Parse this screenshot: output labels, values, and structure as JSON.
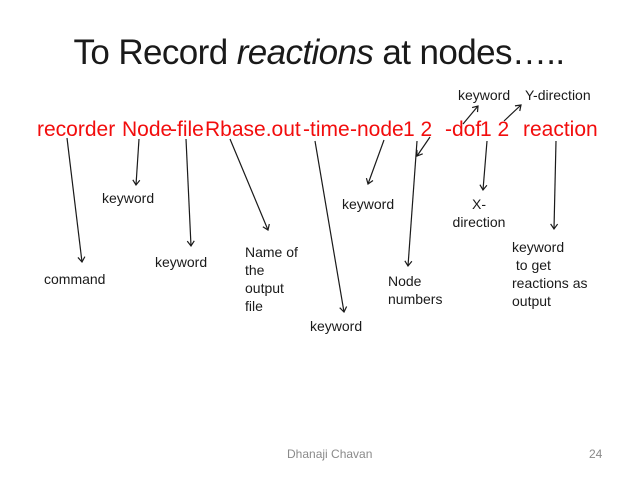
{
  "slide": {
    "title": {
      "prefix": "To Record ",
      "italic_word": "reactions",
      "suffix": " at nodes….."
    },
    "command": {
      "full_text": "recorder Node -file Rbase.out -time -node 1 2  -dof 1 2  reaction",
      "tokens": [
        "recorder",
        "Node",
        "-file",
        "Rbase.out",
        "-time",
        "-node",
        "1 2",
        "-dof",
        "1 2",
        "reaction"
      ]
    },
    "annotations": {
      "command_label": "command",
      "keyword_node": "keyword",
      "keyword_file": "keyword",
      "output_file_name": "Name of\nthe\noutput\nfile",
      "keyword_time": "keyword",
      "keyword_node_flag": "keyword",
      "node_numbers": "Node\nnumbers",
      "x_direction": "X-\ndirection",
      "keyword_dof": "keyword",
      "y_direction": "Y-direction",
      "reaction_output_note": "keyword\n to get\nreactions as\noutput"
    },
    "footer": {
      "author": "Dhanaji Chavan",
      "page_number": "24"
    },
    "colors": {
      "command_red": "#f20d0d",
      "text_black": "#1a1a1a",
      "footer_gray": "#8a8a8a",
      "background": "#ffffff"
    }
  }
}
